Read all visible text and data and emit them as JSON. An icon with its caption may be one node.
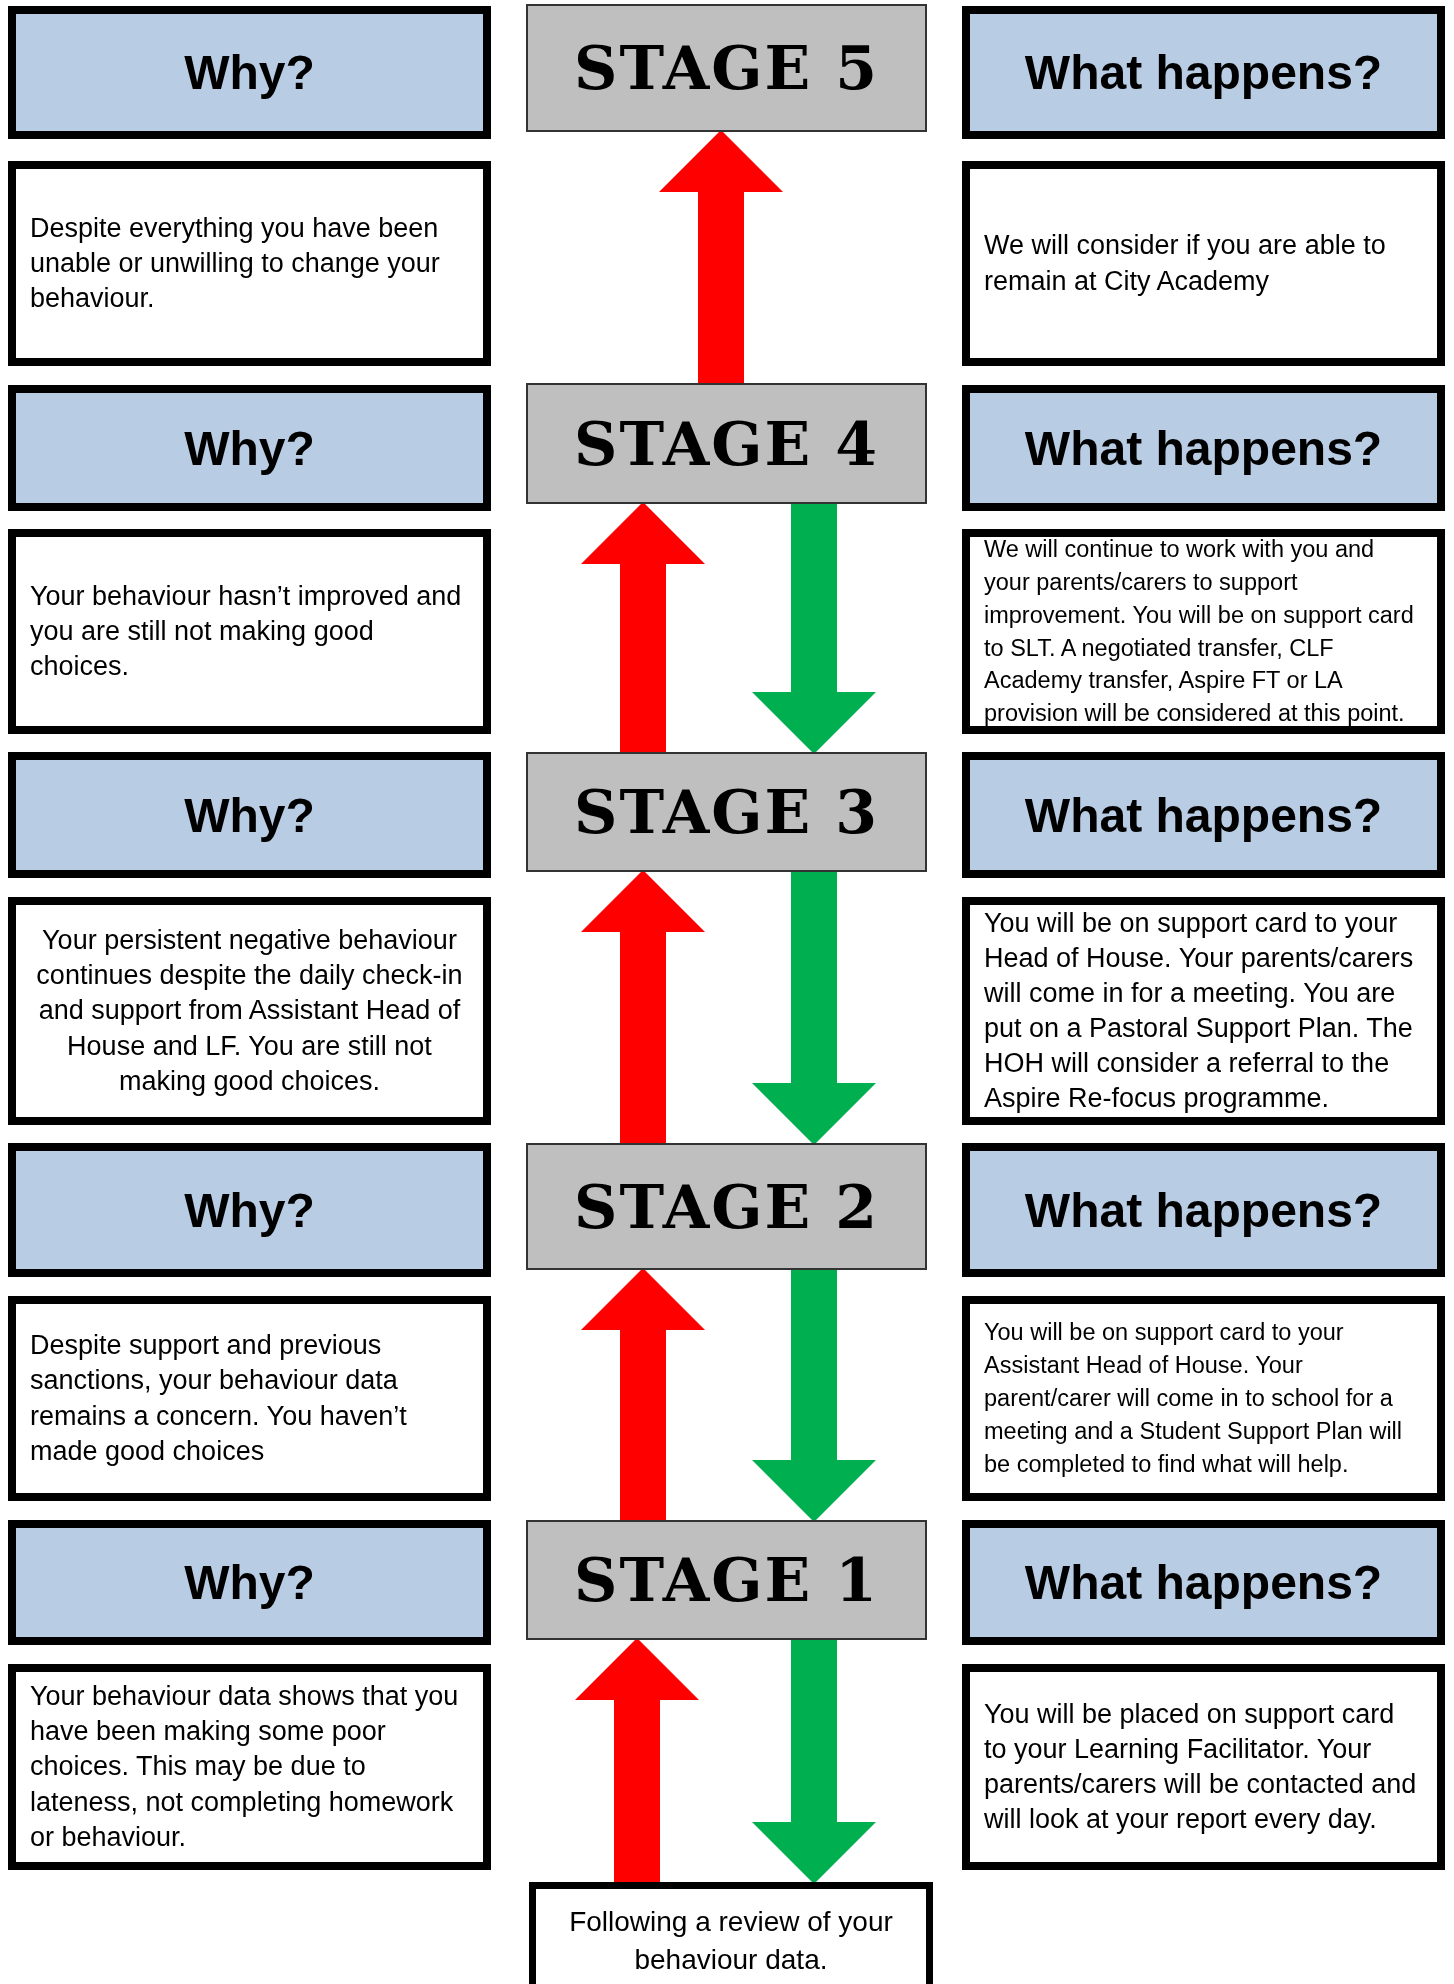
{
  "diagram": {
    "nodes": [
      {
        "text": [
          "Why?"
        ]
      },
      {
        "text": [
          "STAGE 5"
        ]
      },
      {
        "text": [
          "What happens?"
        ]
      },
      {
        "text": [
          "Despite everything you have been unable or unwilling to change your behaviour."
        ]
      },
      {
        "text": [
          "We will consider if you are able to remain at City Academy"
        ]
      },
      {
        "text": [
          "Why?"
        ]
      },
      {
        "text": [
          "STAGE 4"
        ]
      },
      {
        "text": [
          "What happens?"
        ]
      },
      {
        "text": [
          "Your behaviour hasn’t improved and you are still not making good choices."
        ]
      },
      {
        "text": [
          "We will continue to work with you and your parents/carers to support improvement.  You will be on support card to SLT. A negotiated transfer, CLF Academy transfer,  Aspire FT or LA provision will be considered at this point."
        ]
      },
      {
        "text": [
          "Why?"
        ]
      },
      {
        "text": [
          "STAGE 3"
        ]
      },
      {
        "text": [
          "What happens?"
        ]
      },
      {
        "text": [
          "Your persistent negative behaviour continues despite the daily check-in and support from Assistant Head of House and LF.  You are still not making good choices."
        ]
      },
      {
        "text": [
          "You will be on support card to your Head of House.  Your parents/carers will come in for a meeting.  You are put on a Pastoral Support Plan. The HOH will consider a referral to the Aspire Re-focus programme."
        ]
      },
      {
        "text": [
          "Why?"
        ]
      },
      {
        "text": [
          "STAGE 2"
        ]
      },
      {
        "text": [
          "What happens?"
        ]
      },
      {
        "text": [
          "Despite support and previous sanctions, your behaviour data remains a concern.  You haven’t made good choices"
        ]
      },
      {
        "text": [
          "You will be on support card to your Assistant Head of House.  Your parent/carer will come in to school for a meeting and a Student Support Plan will be completed to find what will help."
        ]
      },
      {
        "text": [
          "Why?"
        ]
      },
      {
        "text": [
          "STAGE 1"
        ]
      },
      {
        "text": [
          "What happens?"
        ]
      },
      {
        "text": [
          "Your behaviour data shows that you have been making some poor choices.  This may be due to lateness, not completing homework or behaviour."
        ]
      },
      {
        "text": [
          "You will be placed on support card to your Learning Facilitator.  Your parents/carers will be contacted and will look at your report every day."
        ]
      },
      {
        "text": [
          "Following a review of your behaviour data."
        ]
      }
    ],
    "edges": [
      {
        "from": 6,
        "to": 1,
        "arrow": "to",
        "color": "#ff0000"
      },
      {
        "from": 11,
        "to": 6,
        "arrow": "to",
        "color": "#ff0000"
      },
      {
        "from": 6,
        "to": 11,
        "arrow": "to",
        "color": "#00b050"
      },
      {
        "from": 16,
        "to": 11,
        "arrow": "to",
        "color": "#ff0000"
      },
      {
        "from": 11,
        "to": 16,
        "arrow": "to",
        "color": "#00b050"
      },
      {
        "from": 21,
        "to": 16,
        "arrow": "to",
        "color": "#ff0000"
      },
      {
        "from": 16,
        "to": 21,
        "arrow": "to",
        "color": "#00b050"
      },
      {
        "from": 25,
        "to": 21,
        "arrow": "to",
        "color": "#ff0000"
      },
      {
        "from": 21,
        "to": 25,
        "arrow": "to",
        "color": "#00b050"
      }
    ]
  }
}
